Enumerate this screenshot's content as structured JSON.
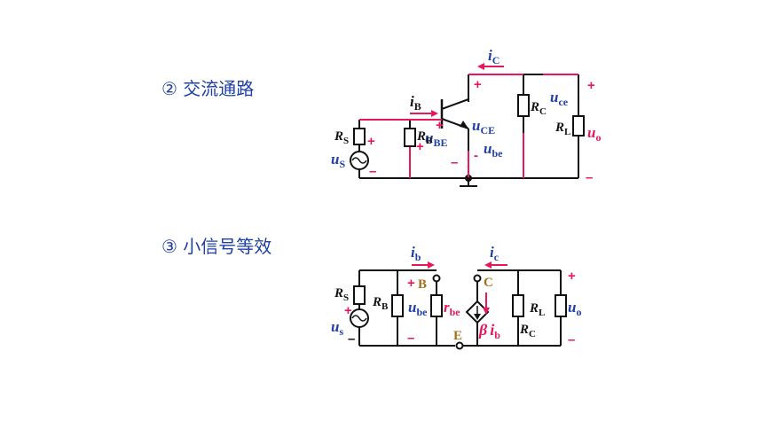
{
  "headings": {
    "ac_path": "② 交流通路",
    "small_signal": "③ 小信号等效"
  },
  "colors": {
    "blue": "#1f3fa8",
    "pink": "#e8175d",
    "black": "#111111",
    "brown": "#a4701a"
  },
  "ac_circuit": {
    "iC": {
      "main": "i",
      "sub": "C"
    },
    "iB": {
      "main": "i",
      "sub": "B"
    },
    "uCE": {
      "main": "u",
      "sub": "CE"
    },
    "uBE": {
      "main": "u",
      "sub": "BE"
    },
    "ube": {
      "main": "u",
      "sub": "be"
    },
    "uce": {
      "main": "u",
      "sub": "ce"
    },
    "uo": {
      "main": "u",
      "sub": "o"
    },
    "uS": {
      "main": "u",
      "sub": "S"
    },
    "RS": {
      "main": "R",
      "sub": "S"
    },
    "RB": {
      "main": "R",
      "sub": "B"
    },
    "RC": {
      "main": "R",
      "sub": "C"
    },
    "RL": {
      "main": "R",
      "sub": "L"
    },
    "plus": "+",
    "minus": "–",
    "dash": "-"
  },
  "eq_circuit": {
    "ib": {
      "main": "i",
      "sub": "b"
    },
    "ic": {
      "main": "i",
      "sub": "c"
    },
    "ube": {
      "main": "u",
      "sub": "be"
    },
    "rbe": {
      "main": "r",
      "sub": "be"
    },
    "us": {
      "main": "u",
      "sub": "s"
    },
    "uo": {
      "main": "u",
      "sub": "o"
    },
    "RS": {
      "main": "R",
      "sub": "S"
    },
    "RB": {
      "main": "R",
      "sub": "B"
    },
    "RL": {
      "main": "R",
      "sub": "L"
    },
    "RC": {
      "main": "R",
      "sub": "C"
    },
    "B": "B",
    "C": "C",
    "E": "E",
    "beta": "β",
    "beta_ib": {
      "main": "i",
      "sub": "b"
    },
    "plus": "+",
    "minus": "–"
  }
}
